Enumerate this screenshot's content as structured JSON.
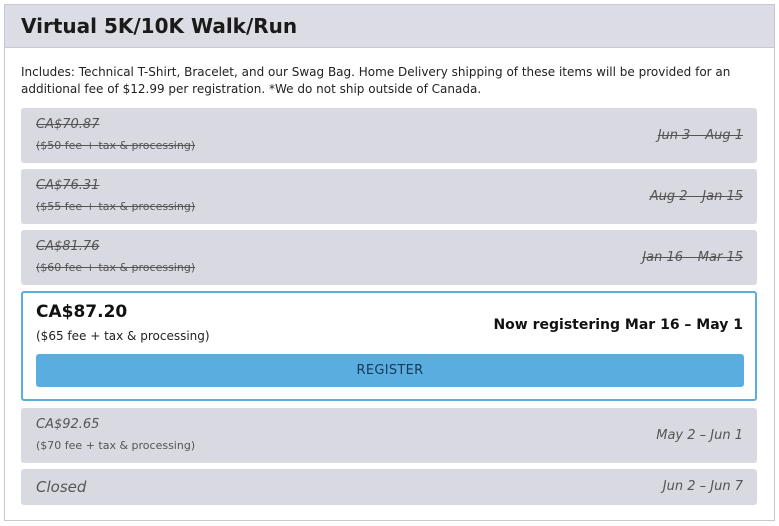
{
  "event": {
    "title": "Virtual 5K/10K Walk/Run",
    "description": "Includes: Technical T-Shirt, Bracelet, and our Swag Bag. Home Delivery shipping of these items will be provided for an additional fee of $12.99 per registration. *We do not ship outside of Canada."
  },
  "tiers": [
    {
      "price": "CA$70.87",
      "fee": "($50 fee + tax & processing)",
      "dates": "Jun 3 – Aug 1",
      "status": "expired"
    },
    {
      "price": "CA$76.31",
      "fee": "($55 fee + tax & processing)",
      "dates": "Aug 2 – Jan 15",
      "status": "expired"
    },
    {
      "price": "CA$81.76",
      "fee": "($60 fee + tax & processing)",
      "dates": "Jan 16 – Mar 15",
      "status": "expired"
    },
    {
      "price": "CA$87.20",
      "fee": "($65 fee + tax & processing)",
      "dates": "Now registering Mar 16 – May 1",
      "status": "current",
      "button_label": "REGISTER"
    },
    {
      "price": "CA$92.65",
      "fee": "($70 fee + tax & processing)",
      "dates": "May 2 – Jun 1",
      "status": "upcoming"
    },
    {
      "price": "Closed",
      "dates": "Jun 2 – Jun 7",
      "status": "closed"
    }
  ],
  "colors": {
    "header_bg": "#dcdce4",
    "tier_bg": "#d9d9e2",
    "active_border": "#5aaed9",
    "button_bg": "#5aaedf"
  }
}
